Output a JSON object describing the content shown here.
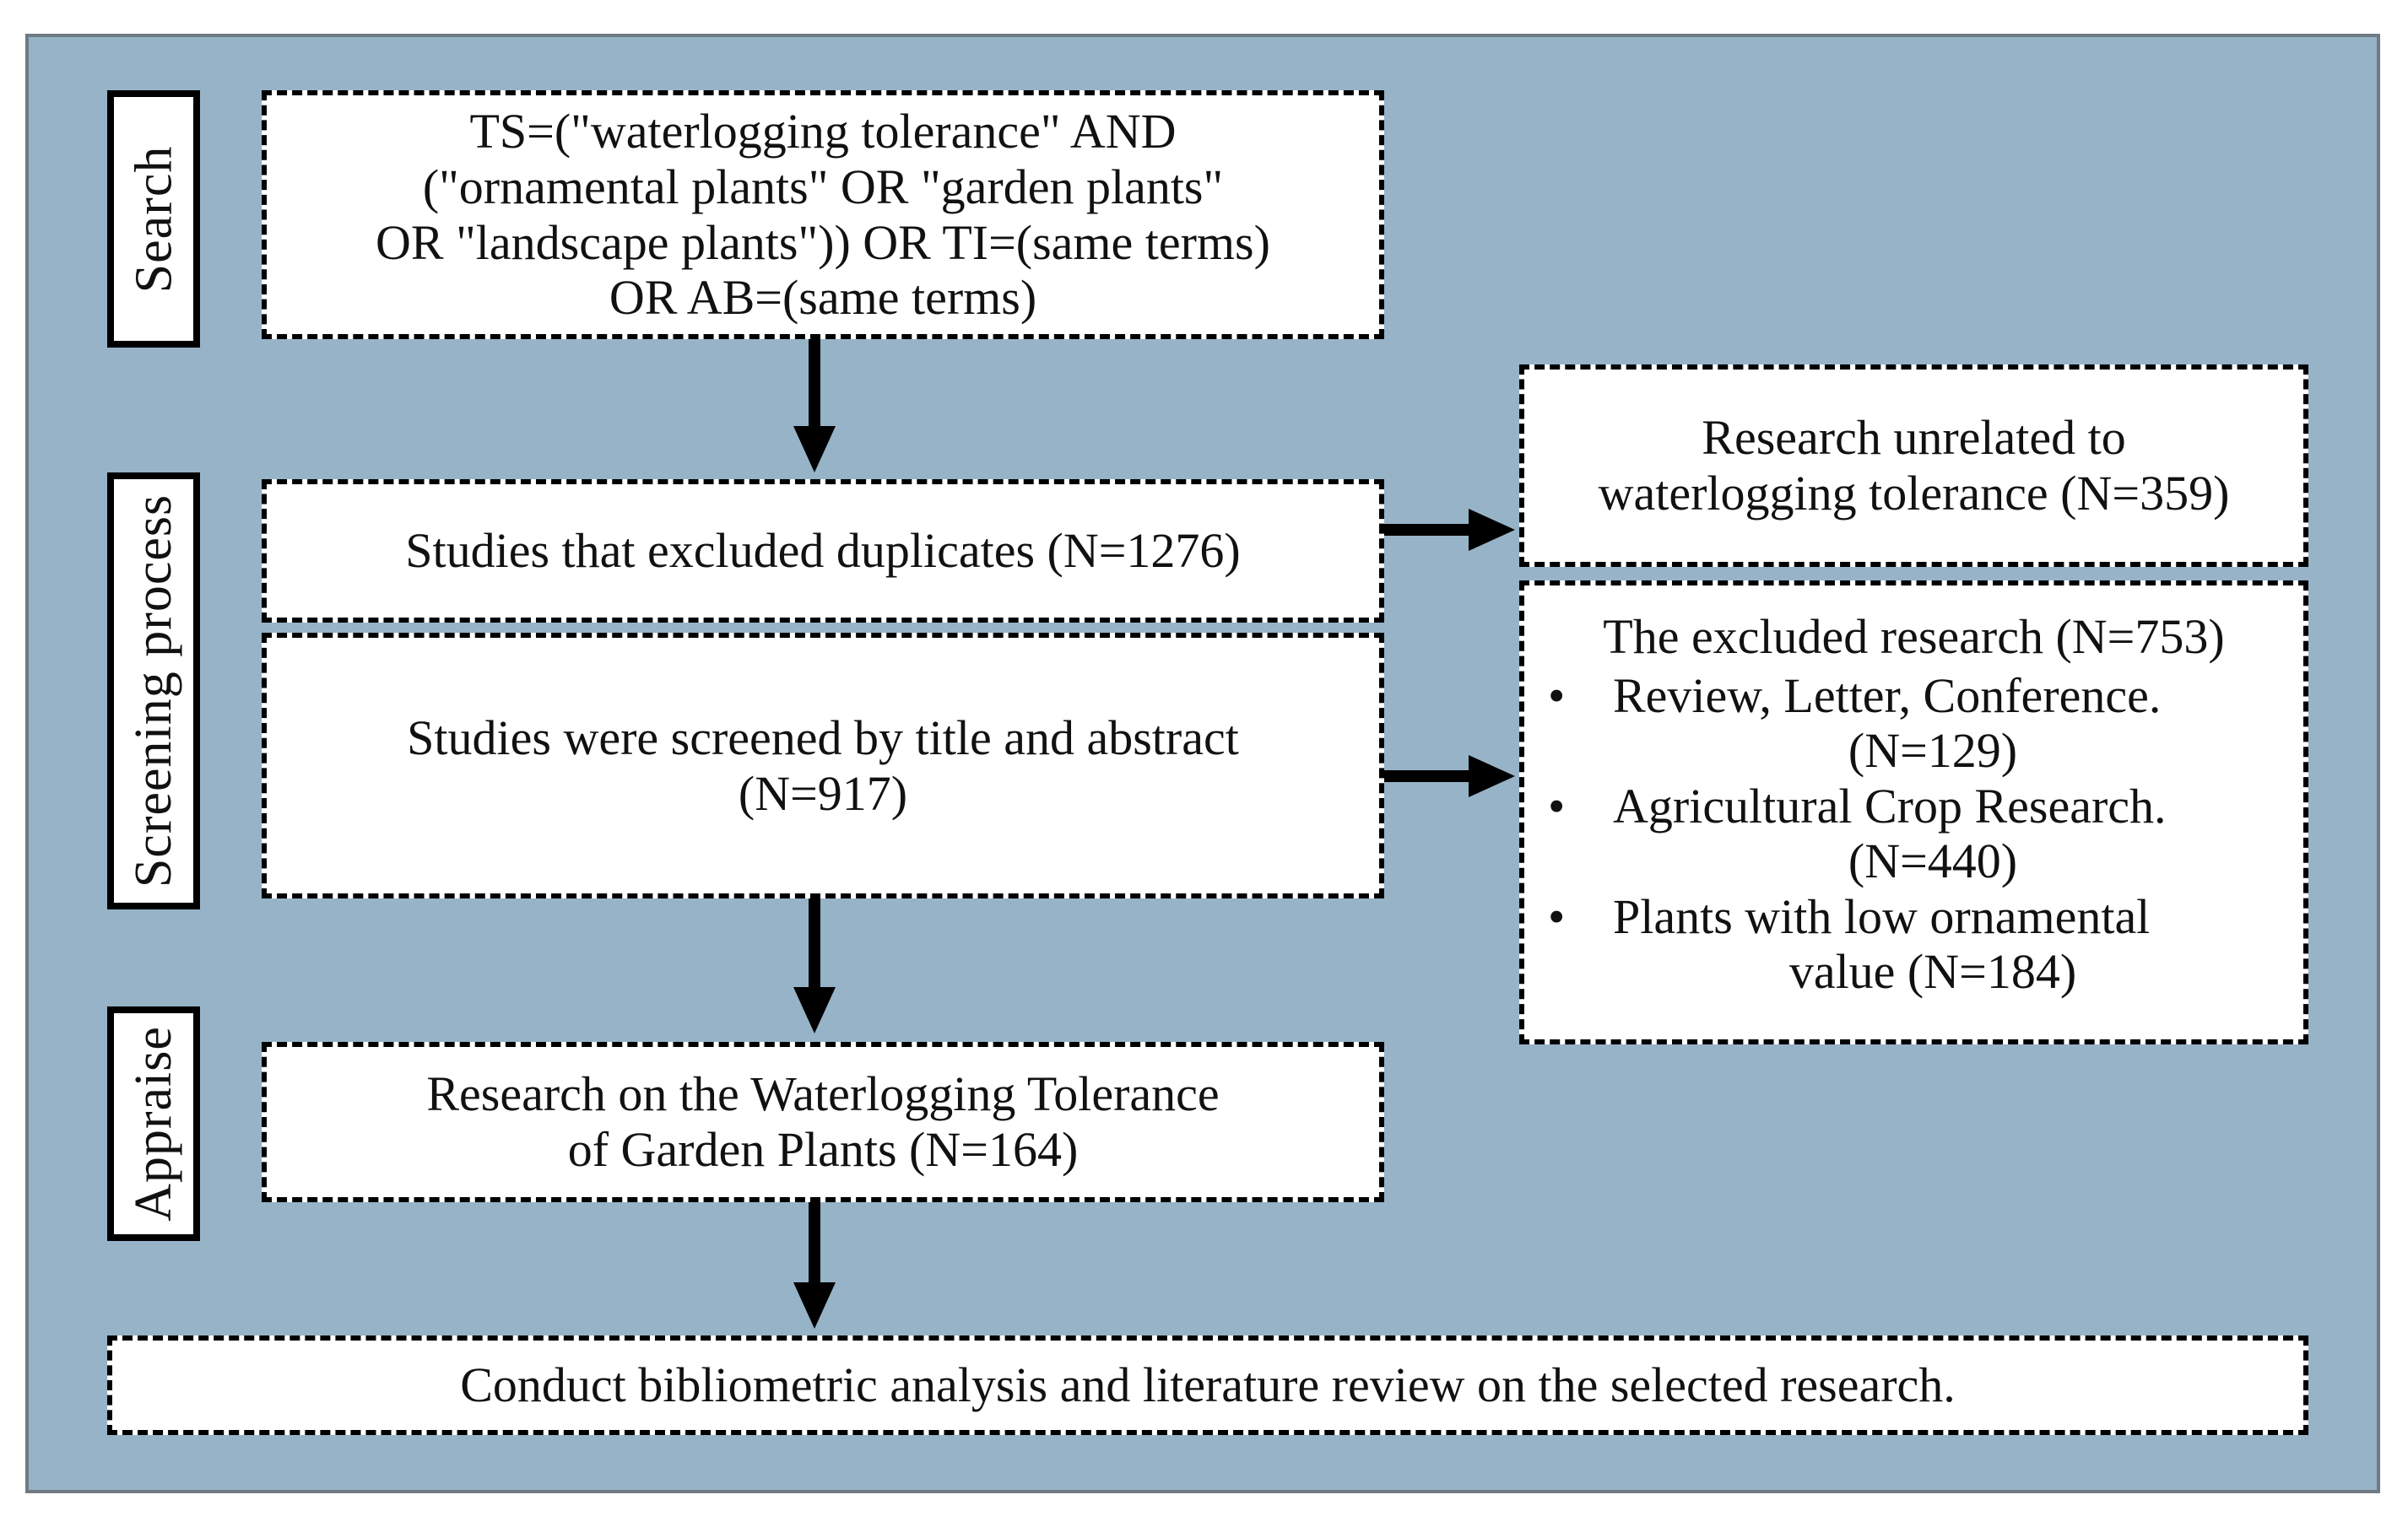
{
  "stages": {
    "search": "Search",
    "screening": "Screening process",
    "appraise": "Appraise"
  },
  "boxes": {
    "search_query": {
      "lines": [
        "TS=(\"waterlogging tolerance\" AND",
        "(\"ornamental plants\" OR \"garden plants\"",
        "OR \"landscape plants\")) OR TI=(same terms)",
        "OR AB=(same terms)"
      ]
    },
    "duplicates": {
      "lines": [
        "Studies that excluded duplicates (N=1276)"
      ]
    },
    "title_abstract": {
      "lines": [
        "Studies were screened by title and abstract",
        "(N=917)"
      ]
    },
    "unrelated": {
      "lines": [
        "Research unrelated to",
        "waterlogging tolerance (N=359)"
      ]
    },
    "excluded": {
      "heading": "The excluded research (N=753)",
      "bullet": "•",
      "items": [
        {
          "label": "Review, Letter, Conference.",
          "count": "(N=129)"
        },
        {
          "label": "Agricultural Crop Research.",
          "count": "(N=440)"
        },
        {
          "label": "Plants with low ornamental",
          "count": "value  (N=184)"
        }
      ]
    },
    "appraise_result": {
      "lines": [
        "Research on the Waterlogging Tolerance",
        "of Garden Plants (N=164)"
      ]
    },
    "conclusion": {
      "lines": [
        "Conduct bibliometric analysis and literature review on the selected research."
      ]
    }
  },
  "colors": {
    "panel_background": "#97b3c7",
    "panel_border": "#6f7a82",
    "box_background": "#ffffff",
    "stroke": "#000000"
  }
}
